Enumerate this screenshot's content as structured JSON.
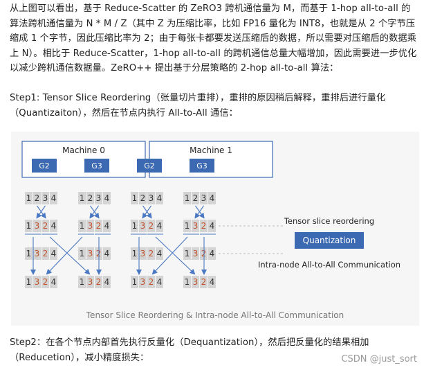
{
  "paragraphs": [
    "从上图可以看出，基于 Reduce-Scatter 的 ZeRO3 跨机通信量为 M，而基于 1-hop all-to-all 的算法跨机通信量为 N * M / Z（其中 Z 为压缩比率，比如 FP16 量化为 INT8，也就是从 2 个字节压缩成 1 个字节，因此压缩比率为 2；由于每张卡都要发送压缩后的数据，所以需要对压缩后的数据乘上 N）。相比于 Reduce-Scatter，1-hop all-to-all 的跨机通信总量大幅增加，因此需要进一步优化以减少跨机通信数据量。ZeRO++ 提出基于分层策略的 2-hop all-to-all 算法：",
    "Step1: Tensor Slice Reordering（张量切片重排），重排的原因稍后解释，重排后进行量化（Quantizaiton），然后在节点内执行 All-to-All 通信：",
    "Step2：在各个节点内部首先执行反量化（Dequantization），然后把反量化的结果相加（Reducetion），减小精度损失："
  ],
  "figure": {
    "machines": [
      {
        "label": "Machine 0",
        "gpus": [
          "G2",
          "G3"
        ]
      },
      {
        "label": "Machine 1",
        "gpus": [
          "G2",
          "G3"
        ]
      }
    ],
    "rows": {
      "original": [
        "1",
        "2",
        "3",
        "4"
      ],
      "reordered": [
        "1",
        "3",
        "2",
        "4"
      ],
      "left_half": [
        "1",
        "3"
      ],
      "right_half": [
        "2",
        "4"
      ]
    },
    "labels": {
      "reordering": "Tensor slice reordering",
      "quantization": "Quantization",
      "all_to_all": "Intra-node All-to-All Communication"
    },
    "caption": "Tensor Slice Reordering & Intra-node All-to-All Communication",
    "colors": {
      "gpu_blue": "#3b69b2",
      "cell_gray": "#d4d4d4",
      "highlight": "#c0502a",
      "arrow": "#4a78c2"
    }
  },
  "watermark": "CSDN @just_sort"
}
